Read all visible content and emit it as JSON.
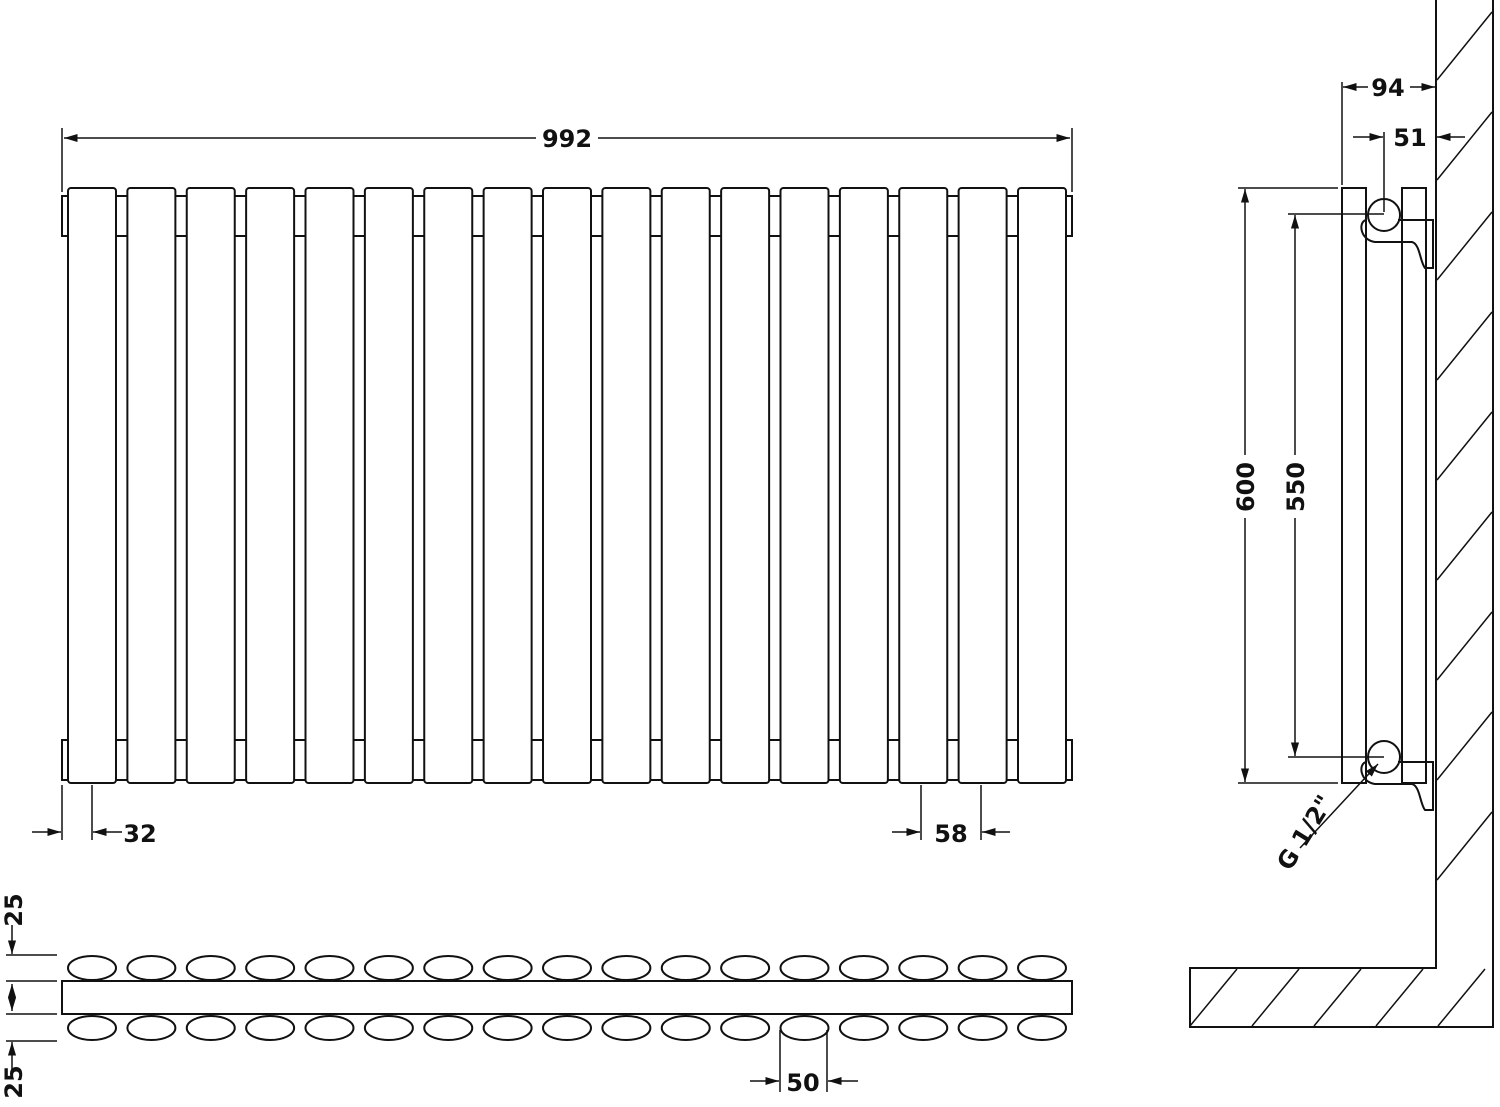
{
  "front_view": {
    "panel_count": 17,
    "dimensions": {
      "overall_width": "992",
      "end_offset": "32",
      "panel_pitch": "58"
    }
  },
  "top_view": {
    "dimensions": {
      "front_depth": "25",
      "rear_depth": "25",
      "pipe_pitch": "50"
    }
  },
  "side_view": {
    "dimensions": {
      "wall_to_front": "94",
      "wall_to_pipe_center": "51",
      "height": "600",
      "pipe_centers": "550"
    },
    "connection_label": "G 1/2\""
  },
  "colors": {
    "line": "#111111",
    "background": "#ffffff"
  }
}
